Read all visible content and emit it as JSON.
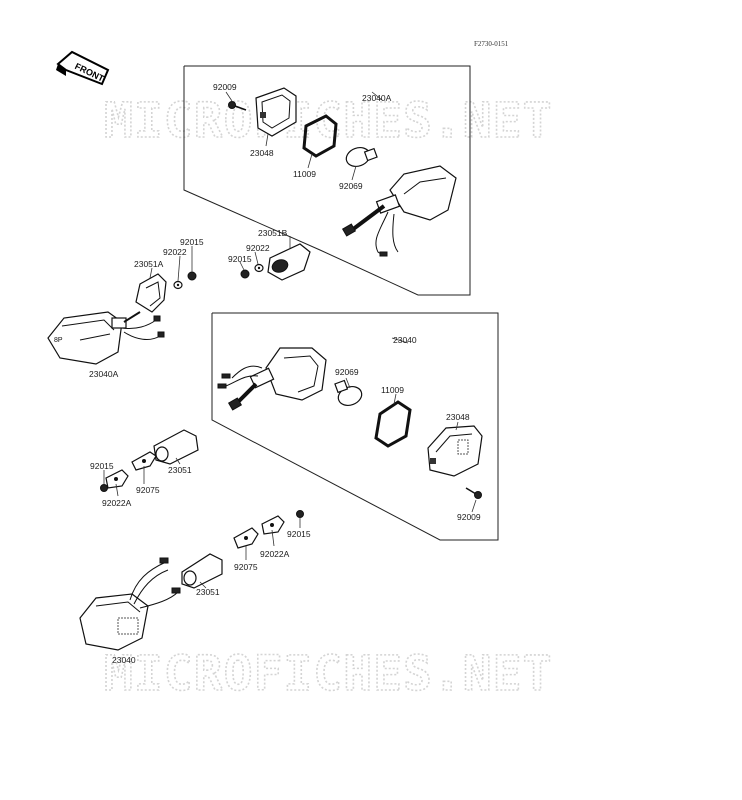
{
  "diagram": {
    "code": "F2730-0151",
    "front_label": "FRONT",
    "watermarks": [
      "MICROFICHES.NET",
      "MICROFICHES.NET"
    ],
    "callouts": {
      "upper_92009": "92009",
      "upper_23040A": "23040A",
      "upper_23048": "23048",
      "upper_11009": "11009",
      "upper_92069": "92069",
      "upper_23051B": "23051B",
      "upper_92022_right": "92022",
      "upper_92015_right": "92015",
      "upper_92015_left": "92015",
      "upper_92022_left": "92022",
      "upper_23051A": "23051A",
      "left_23040A": "23040A",
      "lower_23040": "23040",
      "lower_92069": "92069",
      "lower_11009": "11009",
      "lower_23048": "23048",
      "lower_92015_left": "92015",
      "lower_23051_mid": "23051",
      "lower_92075_left": "92075",
      "lower_92022A_left": "92022A",
      "lower_92009": "92009",
      "lower_92015_right": "92015",
      "lower_92022A_right": "92022A",
      "lower_92075_right": "92075",
      "lower_23051_bottom": "23051",
      "bottom_23040": "23040"
    }
  }
}
